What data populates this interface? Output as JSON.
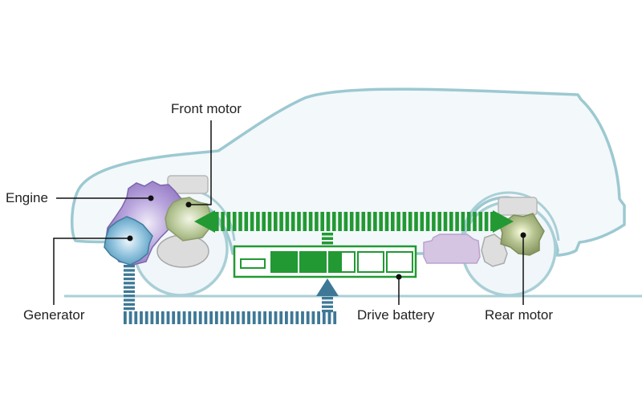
{
  "diagram": {
    "title": "Hybrid drivetrain layout",
    "labels": {
      "front_motor": "Front motor",
      "engine": "Engine",
      "generator": "Generator",
      "drive_battery": "Drive battery",
      "rear_motor": "Rear motor"
    },
    "battery": {
      "cells_total": 5,
      "cells_full": 2,
      "partial_cell_fill": 0.5
    },
    "colors": {
      "car_outline": "#9cc9d1",
      "car_fill": "#f3f8fb",
      "power_flow_green": "#229933",
      "charge_flow_blue": "#3e7896",
      "engine_purple": "#a68fcf",
      "generator_blue": "#7fb3d3",
      "motor_green": "#b5c693",
      "component_gray": "#dcdcdc",
      "rear_module_lilac": "#d1bddf",
      "leader_line": "#111111",
      "text": "#222222"
    }
  }
}
